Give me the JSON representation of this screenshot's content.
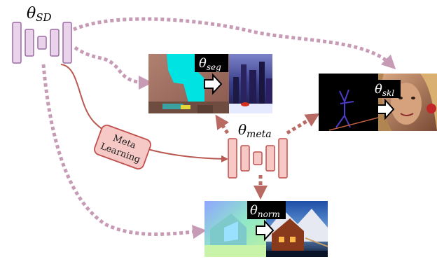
{
  "models": {
    "sd": {
      "symbol": "θ",
      "subscript": "SD"
    },
    "meta": {
      "symbol": "θ",
      "subscript": "meta"
    },
    "seg": {
      "symbol": "θ",
      "subscript": "seg"
    },
    "skl": {
      "symbol": "θ",
      "subscript": "skl"
    },
    "norm": {
      "symbol": "θ",
      "subscript": "norm"
    }
  },
  "meta_learning": {
    "line1": "Meta",
    "line2": "Learning"
  },
  "colors": {
    "sd_block": "#e9d3ea",
    "sd_stroke": "#9c6aa6",
    "meta_block": "#f6c9c6",
    "meta_stroke": "#c0504d",
    "dashed_sd": "#c79ab6",
    "dashed_meta": "#b96a63",
    "solid_line": "#b85a52"
  }
}
